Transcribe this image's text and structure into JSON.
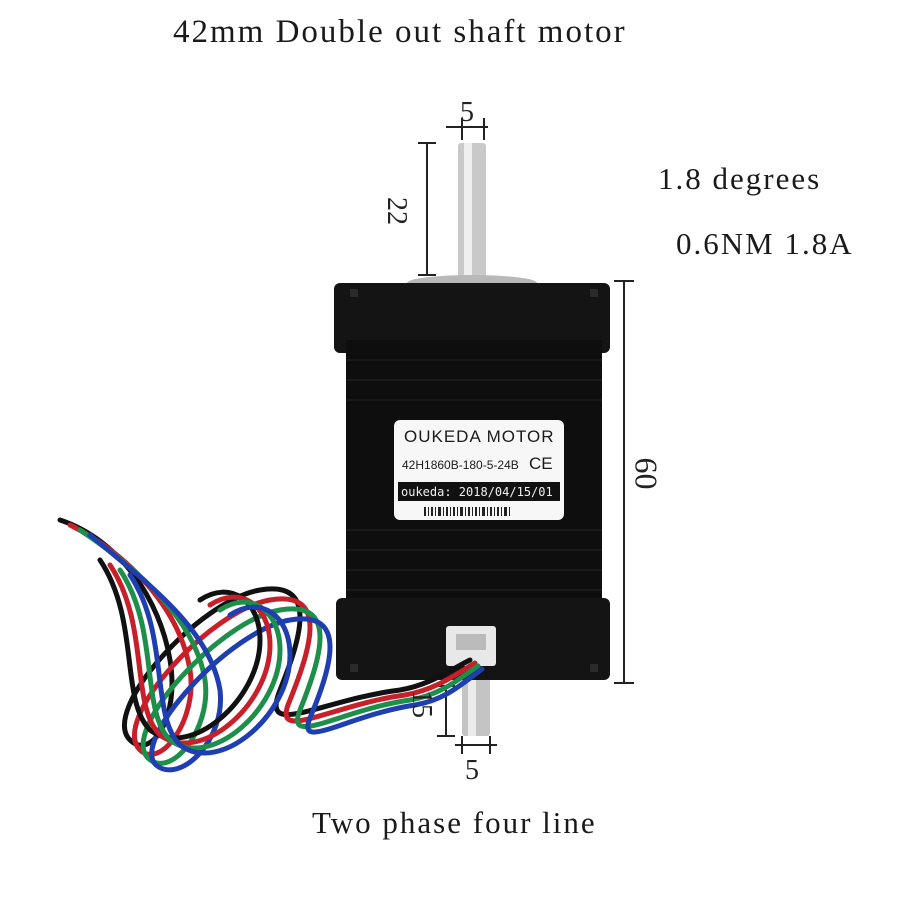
{
  "title": "42mm Double out shaft motor",
  "specs": {
    "degrees": "1.8 degrees",
    "torque_current": "0.6NM 1.8A"
  },
  "caption": "Two phase four line",
  "dimensions": {
    "top_width": "5",
    "front_shaft_length": "22",
    "body_length": "60",
    "rear_shaft_length": "15",
    "bottom_width": "5"
  },
  "nameplate": {
    "brand": "OUKEDA MOTOR",
    "model": "42H1860B-180-5-24B",
    "ce": "CE",
    "dateline": "oukeda: 2018/04/15/01"
  },
  "colors": {
    "motor_body": "#121212",
    "shaft": "#c9c9c9",
    "wire_red": "#c8202a",
    "wire_green": "#1e8f4a",
    "wire_blue": "#1f3fb0",
    "wire_black": "#111111"
  }
}
